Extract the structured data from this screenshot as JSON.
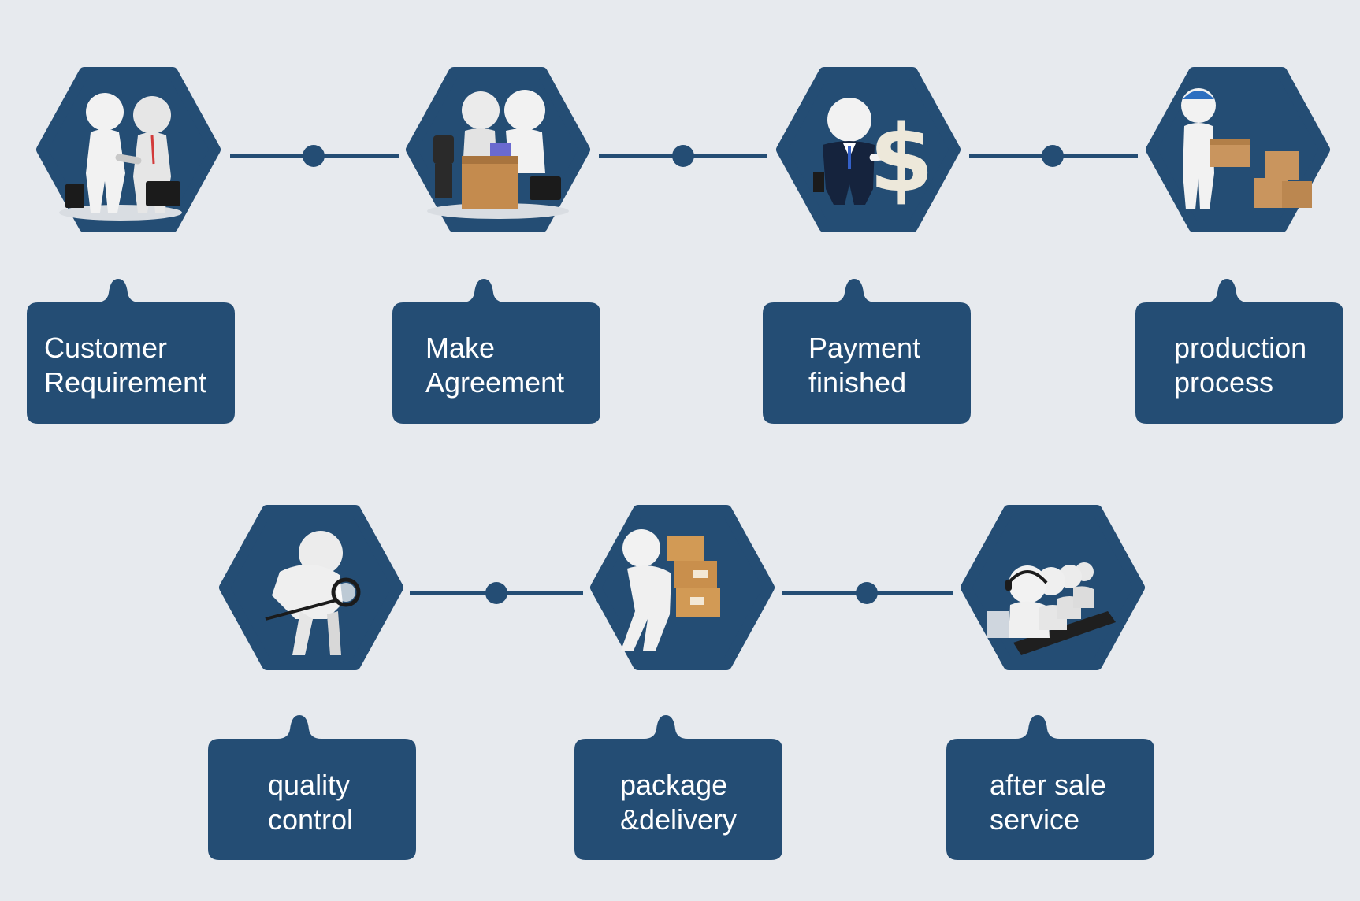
{
  "colors": {
    "background": "#e7eaee",
    "box": "#244d74",
    "connector": "#244d74",
    "figure": "#f2f2f2",
    "figure_shade": "#c9c9c9",
    "box_brown": "#c48b4e",
    "dark": "#1b1b1b"
  },
  "steps": [
    {
      "id": "customer-requirement",
      "icon": "handshake-icon",
      "lines": [
        "Customer",
        "Requirement"
      ]
    },
    {
      "id": "make-agreement",
      "icon": "meeting-desk-icon",
      "lines": [
        "Make",
        "Agreement"
      ]
    },
    {
      "id": "payment-finished",
      "icon": "payment-dollar-icon",
      "lines": [
        "Payment",
        "finished"
      ]
    },
    {
      "id": "production-process",
      "icon": "worker-boxes-icon",
      "lines": [
        "production",
        "process"
      ]
    },
    {
      "id": "quality-control",
      "icon": "magnifier-inspection-icon",
      "lines": [
        "quality",
        "control"
      ]
    },
    {
      "id": "package-delivery",
      "icon": "carrying-boxes-icon",
      "lines": [
        "package",
        "&delivery"
      ]
    },
    {
      "id": "after-sale-service",
      "icon": "headset-support-icon",
      "lines": [
        "after sale",
        "service"
      ]
    }
  ]
}
